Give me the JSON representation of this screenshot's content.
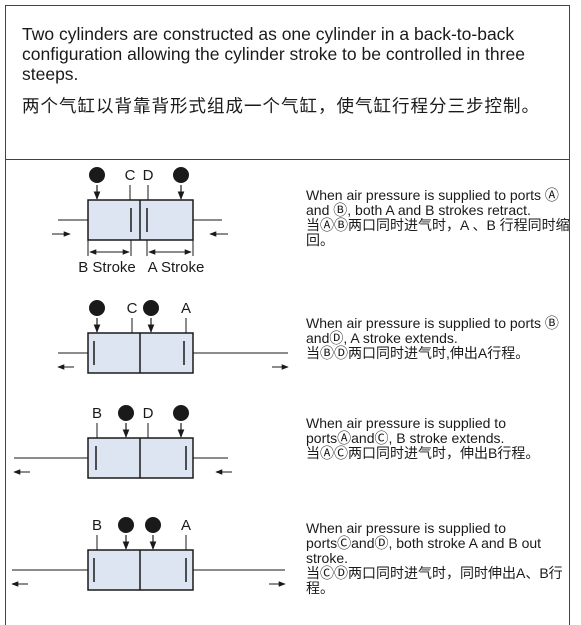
{
  "intro": {
    "english": "Two cylinders are constructed as one cylinder in a back-to-back configuration allowing the cylinder stroke to be controlled in three steeps.",
    "chinese": "两个气缸以背靠背形式组成一个气缸，使气缸行程分三步控制。"
  },
  "port_labels": {
    "A": "A",
    "B": "B",
    "C": "C",
    "D": "D"
  },
  "stroke_labels": {
    "b_stroke": "B Stroke",
    "a_stroke": "A Stroke"
  },
  "colors": {
    "cylinder_fill": "#dde5f3",
    "line": "#1a1a1a",
    "frame": "#444444"
  },
  "states": [
    {
      "english": "When air pressure is supplied to ports Ⓐ and Ⓑ, both A and B strokes retract.",
      "chinese": "当ⒶⒷ两口同时进气时，A 、B 行程同时缩回。",
      "pressurized_ports": [
        "B",
        "A"
      ]
    },
    {
      "english": "When air pressure is supplied  to ports Ⓑ  andⒹ, A stroke extends.",
      "chinese": "当ⒷⒹ两口同时进气时,伸出A行程。",
      "pressurized_ports": [
        "B",
        "D"
      ]
    },
    {
      "english": "When air pressure is supplied to portsⒶandⒸ, B stroke extends.",
      "chinese": "当ⒶⒸ两口同时进气时，伸出B行程。",
      "pressurized_ports": [
        "C",
        "A"
      ]
    },
    {
      "english": "When air pressure is supplied to portsⒸandⒹ, both stroke A and B out stroke.",
      "chinese": "当ⒸⒹ两口同时进气时，同时伸出A、B行程。",
      "pressurized_ports": [
        "C",
        "D"
      ]
    }
  ]
}
